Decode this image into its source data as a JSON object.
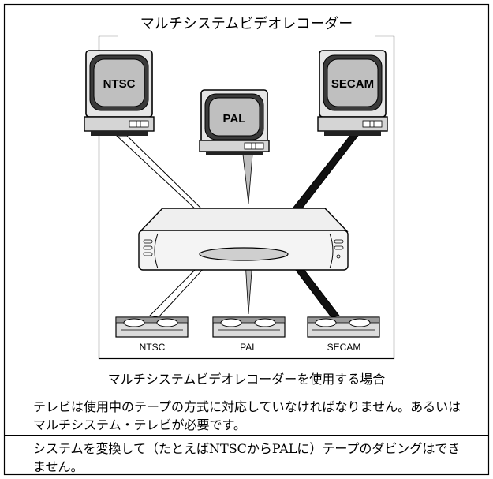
{
  "figure": {
    "title": "マルチシステムビデオレコーダー",
    "caption": "マルチシステムビデオレコーダーを使用する場合"
  },
  "televisions": [
    {
      "label": "NTSC"
    },
    {
      "label": "PAL"
    },
    {
      "label": "SECAM"
    }
  ],
  "tapes": [
    {
      "label": "NTSC"
    },
    {
      "label": "PAL"
    },
    {
      "label": "SECAM"
    }
  ],
  "notes": [
    "テレビは使用中のテープの方式に対応していなければなりません。あるいはマルチシステム・テレビが必要です。",
    "システムを変換して（たとえばNTSCからPALに）テープのダビングはできません。"
  ]
}
